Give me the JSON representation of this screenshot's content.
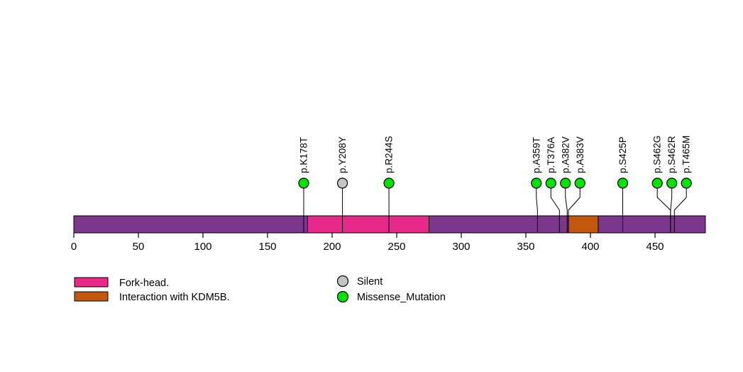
{
  "chart_data": {
    "type": "lollipop",
    "title": "",
    "xlabel": "",
    "ylabel": "",
    "xlim": [
      0,
      489
    ],
    "protein_length": 489,
    "axis_ticks": [
      0,
      50,
      100,
      150,
      200,
      250,
      300,
      350,
      400,
      450
    ],
    "grid": false,
    "backbone_color": "#7A378B",
    "outline_color": "#000000",
    "domains": [
      {
        "name": "Fork-head.",
        "start": 181,
        "end": 275,
        "color": "#E7298A"
      },
      {
        "name": "Interaction with KDM5B.",
        "start": 383,
        "end": 406,
        "color": "#C2580E"
      }
    ],
    "mutation_type_colors": {
      "Silent": "#C4C4C4",
      "Missense_Mutation": "#00E400"
    },
    "mutations": [
      {
        "label": "p.K178T",
        "position": 178,
        "type": "Missense_Mutation"
      },
      {
        "label": "p.Y208Y",
        "position": 208,
        "type": "Silent"
      },
      {
        "label": "p.R244S",
        "position": 244,
        "type": "Missense_Mutation"
      },
      {
        "label": "p.A359T",
        "position": 359,
        "type": "Missense_Mutation"
      },
      {
        "label": "p.T376A",
        "position": 376,
        "type": "Missense_Mutation"
      },
      {
        "label": "p.A382V",
        "position": 382,
        "type": "Missense_Mutation"
      },
      {
        "label": "p.A383V",
        "position": 383,
        "type": "Missense_Mutation"
      },
      {
        "label": "p.S425P",
        "position": 425,
        "type": "Missense_Mutation"
      },
      {
        "label": "p.S462G",
        "position": 462,
        "type": "Missense_Mutation"
      },
      {
        "label": "p.S462R",
        "position": 462,
        "type": "Missense_Mutation"
      },
      {
        "label": "p.T465M",
        "position": 465,
        "type": "Missense_Mutation"
      }
    ],
    "legend_domains": [
      {
        "label": "Fork-head.",
        "color": "#E7298A"
      },
      {
        "label": "Interaction with KDM5B.",
        "color": "#C2580E"
      }
    ],
    "legend_mutation_types": [
      {
        "label": "Silent",
        "color": "#C4C4C4"
      },
      {
        "label": "Missense_Mutation",
        "color": "#00E400"
      }
    ]
  }
}
